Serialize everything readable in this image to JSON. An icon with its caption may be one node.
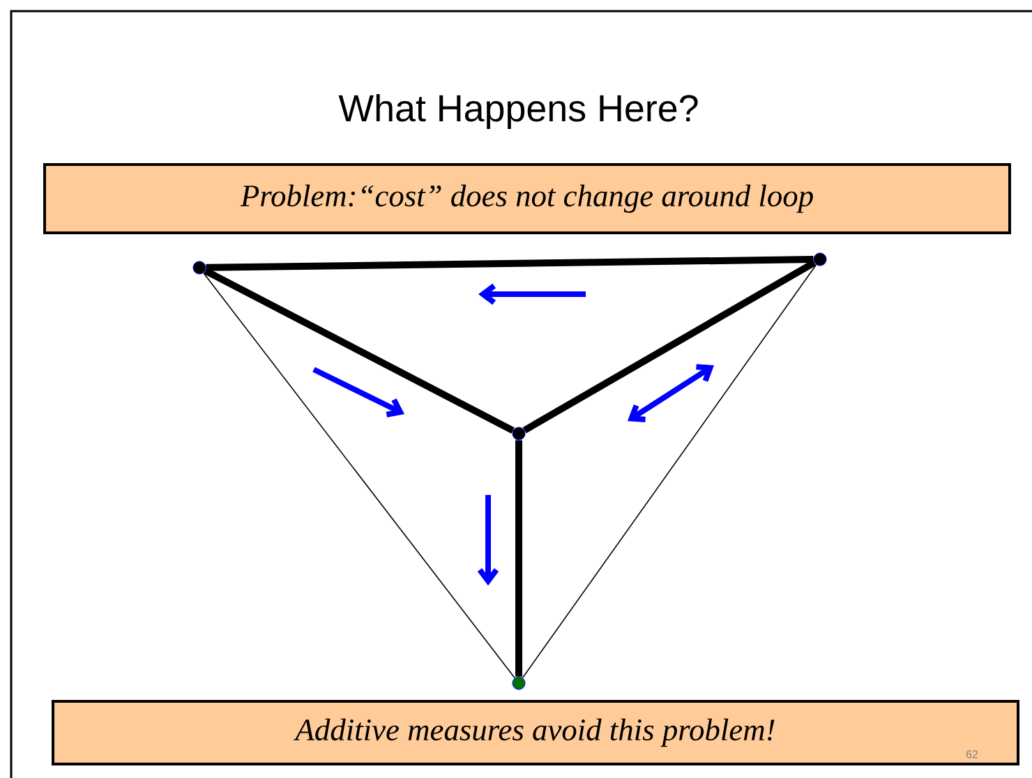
{
  "diagram": {
    "title": "What Happens Here?",
    "nodes": [
      {
        "text": [
          "Problem:“cost” does not change around loop"
        ]
      },
      {
        "text": [],
        "shape": "circle"
      },
      {
        "text": [],
        "shape": "circle"
      },
      {
        "text": [],
        "shape": "circle"
      },
      {
        "text": [],
        "shape": "circle"
      },
      {
        "text": [
          "Additive measures avoid this problem!"
        ]
      }
    ],
    "edges": [
      {
        "from": 1,
        "to": 2,
        "arrow": "none"
      },
      {
        "from": 1,
        "to": 3,
        "arrow": "none"
      },
      {
        "from": 2,
        "to": 3,
        "arrow": "none"
      },
      {
        "from": 3,
        "to": 4,
        "arrow": "none"
      },
      {
        "from": 1,
        "to": 4,
        "arrow": "none"
      },
      {
        "from": 2,
        "to": 4,
        "arrow": "none"
      }
    ],
    "labels": [
      "62"
    ]
  }
}
